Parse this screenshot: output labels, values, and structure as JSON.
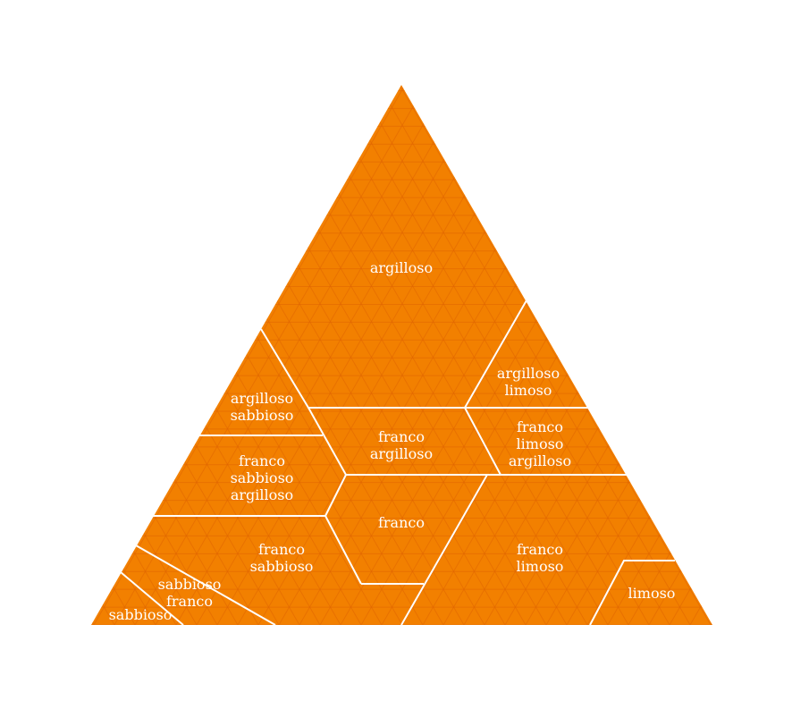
{
  "diagram": {
    "fill_color": "#f28000",
    "grid_color": "#e06500",
    "boundary_color": "#ffffff",
    "regions": [
      {
        "key": "argilloso",
        "lines": [
          "argilloso"
        ]
      },
      {
        "key": "argilloso-limoso",
        "lines": [
          "argilloso",
          "limoso"
        ]
      },
      {
        "key": "argilloso-sabbioso",
        "lines": [
          "argilloso",
          "sabbioso"
        ]
      },
      {
        "key": "franco-argilloso",
        "lines": [
          "franco",
          "argilloso"
        ]
      },
      {
        "key": "franco-limoso-argilloso",
        "lines": [
          "franco",
          "limoso",
          "argilloso"
        ]
      },
      {
        "key": "franco-sabbioso-argilloso",
        "lines": [
          "franco",
          "sabbioso",
          "argilloso"
        ]
      },
      {
        "key": "franco",
        "lines": [
          "franco"
        ]
      },
      {
        "key": "franco-sabbioso",
        "lines": [
          "franco",
          "sabbioso"
        ]
      },
      {
        "key": "franco-limoso",
        "lines": [
          "franco",
          "limoso"
        ]
      },
      {
        "key": "sabbioso-franco",
        "lines": [
          "sabbioso",
          "franco"
        ]
      },
      {
        "key": "limoso",
        "lines": [
          "limoso"
        ]
      },
      {
        "key": "sabbioso",
        "lines": [
          "sabbioso"
        ]
      }
    ]
  }
}
